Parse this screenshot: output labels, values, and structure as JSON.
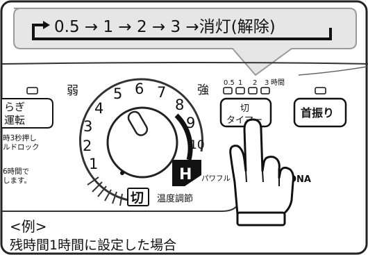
{
  "callout": {
    "sequence": "0.5 → 1 → 2 → 3 →消灯(解除)"
  },
  "dial": {
    "weak_label": "弱",
    "strong_label": "強",
    "numbers": [
      "1",
      "2",
      "3",
      "4",
      "5",
      "6",
      "7",
      "8",
      "9",
      "10"
    ],
    "high_label": "H",
    "power_label": "パワフル",
    "off_label": "切",
    "temperature_label": "温度調節"
  },
  "left_panel": {
    "swing_button_label_line1": "らぎ",
    "swing_button_label_line2": "運転",
    "child_lock_line1": "時3秒押し",
    "child_lock_line2": "ルドロック",
    "auto_off_line1": "6時間で",
    "auto_off_line2": "します。"
  },
  "timer": {
    "indicator_labels": [
      "0.5",
      "1",
      "2",
      "3"
    ],
    "hours_unit": "時間",
    "button_label_line1": "切",
    "button_label_line2": "タイマー"
  },
  "swing": {
    "button_label": "首振り"
  },
  "brand_fragment": "ONA",
  "caption": {
    "example": "<例>",
    "description": "残時間1時間に設定した場合"
  }
}
